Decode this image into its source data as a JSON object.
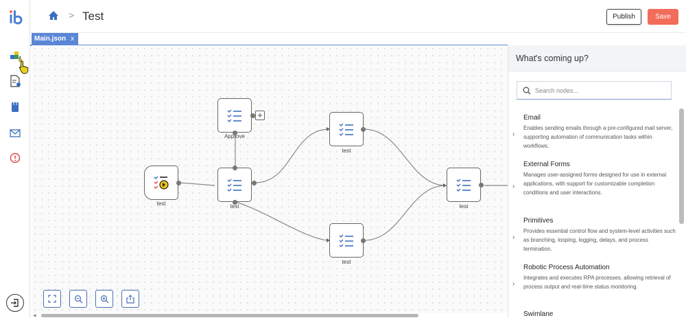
{
  "header": {
    "title": "Test",
    "breadcrumb_sep": ">",
    "publish_label": "Publish",
    "save_label": "Save"
  },
  "tabs": [
    {
      "label": "Main.json",
      "close": "x"
    }
  ],
  "canvas": {
    "nodes": [
      {
        "id": "start",
        "label": "test"
      },
      {
        "id": "approve",
        "label": "Approve"
      },
      {
        "id": "middle",
        "label": "test"
      },
      {
        "id": "upper",
        "label": "test"
      },
      {
        "id": "lower",
        "label": "test"
      },
      {
        "id": "end",
        "label": "test"
      }
    ],
    "add_symbol": "+"
  },
  "panel": {
    "title": "What's coming up?",
    "search_placeholder": "Search nodes...",
    "items": [
      {
        "name": "Email",
        "description": "Enables sending emails through a pre-configured mail server, supporting automation of communication tasks within workflows."
      },
      {
        "name": "External Forms",
        "description": "Manages user-assigned forms designed for use in external applications, with support for customizable completion conditions and user interactions."
      },
      {
        "name": "Primitives",
        "description": "Provides essential control flow and system-level activities such as branching, looping, logging, delays, and process termination."
      },
      {
        "name": "Robotic Process Automation",
        "description": "Integrates and executes RPA processes, allowing retrieval of process output and real-time status monitoring."
      },
      {
        "name": "Swimlane",
        "description": ""
      }
    ]
  },
  "colors": {
    "accent": "#5b86d6",
    "save": "#f26c5a",
    "node_icon": "#3a6fc0"
  },
  "icons": {
    "logo": "ib-logo",
    "rail": [
      "workflow-icon",
      "document-settings-icon",
      "storage-icon",
      "mail-icon",
      "alert-icon",
      "exit-icon"
    ],
    "controls": [
      "fit-screen-icon",
      "zoom-out-icon",
      "zoom-in-icon",
      "export-icon"
    ]
  }
}
